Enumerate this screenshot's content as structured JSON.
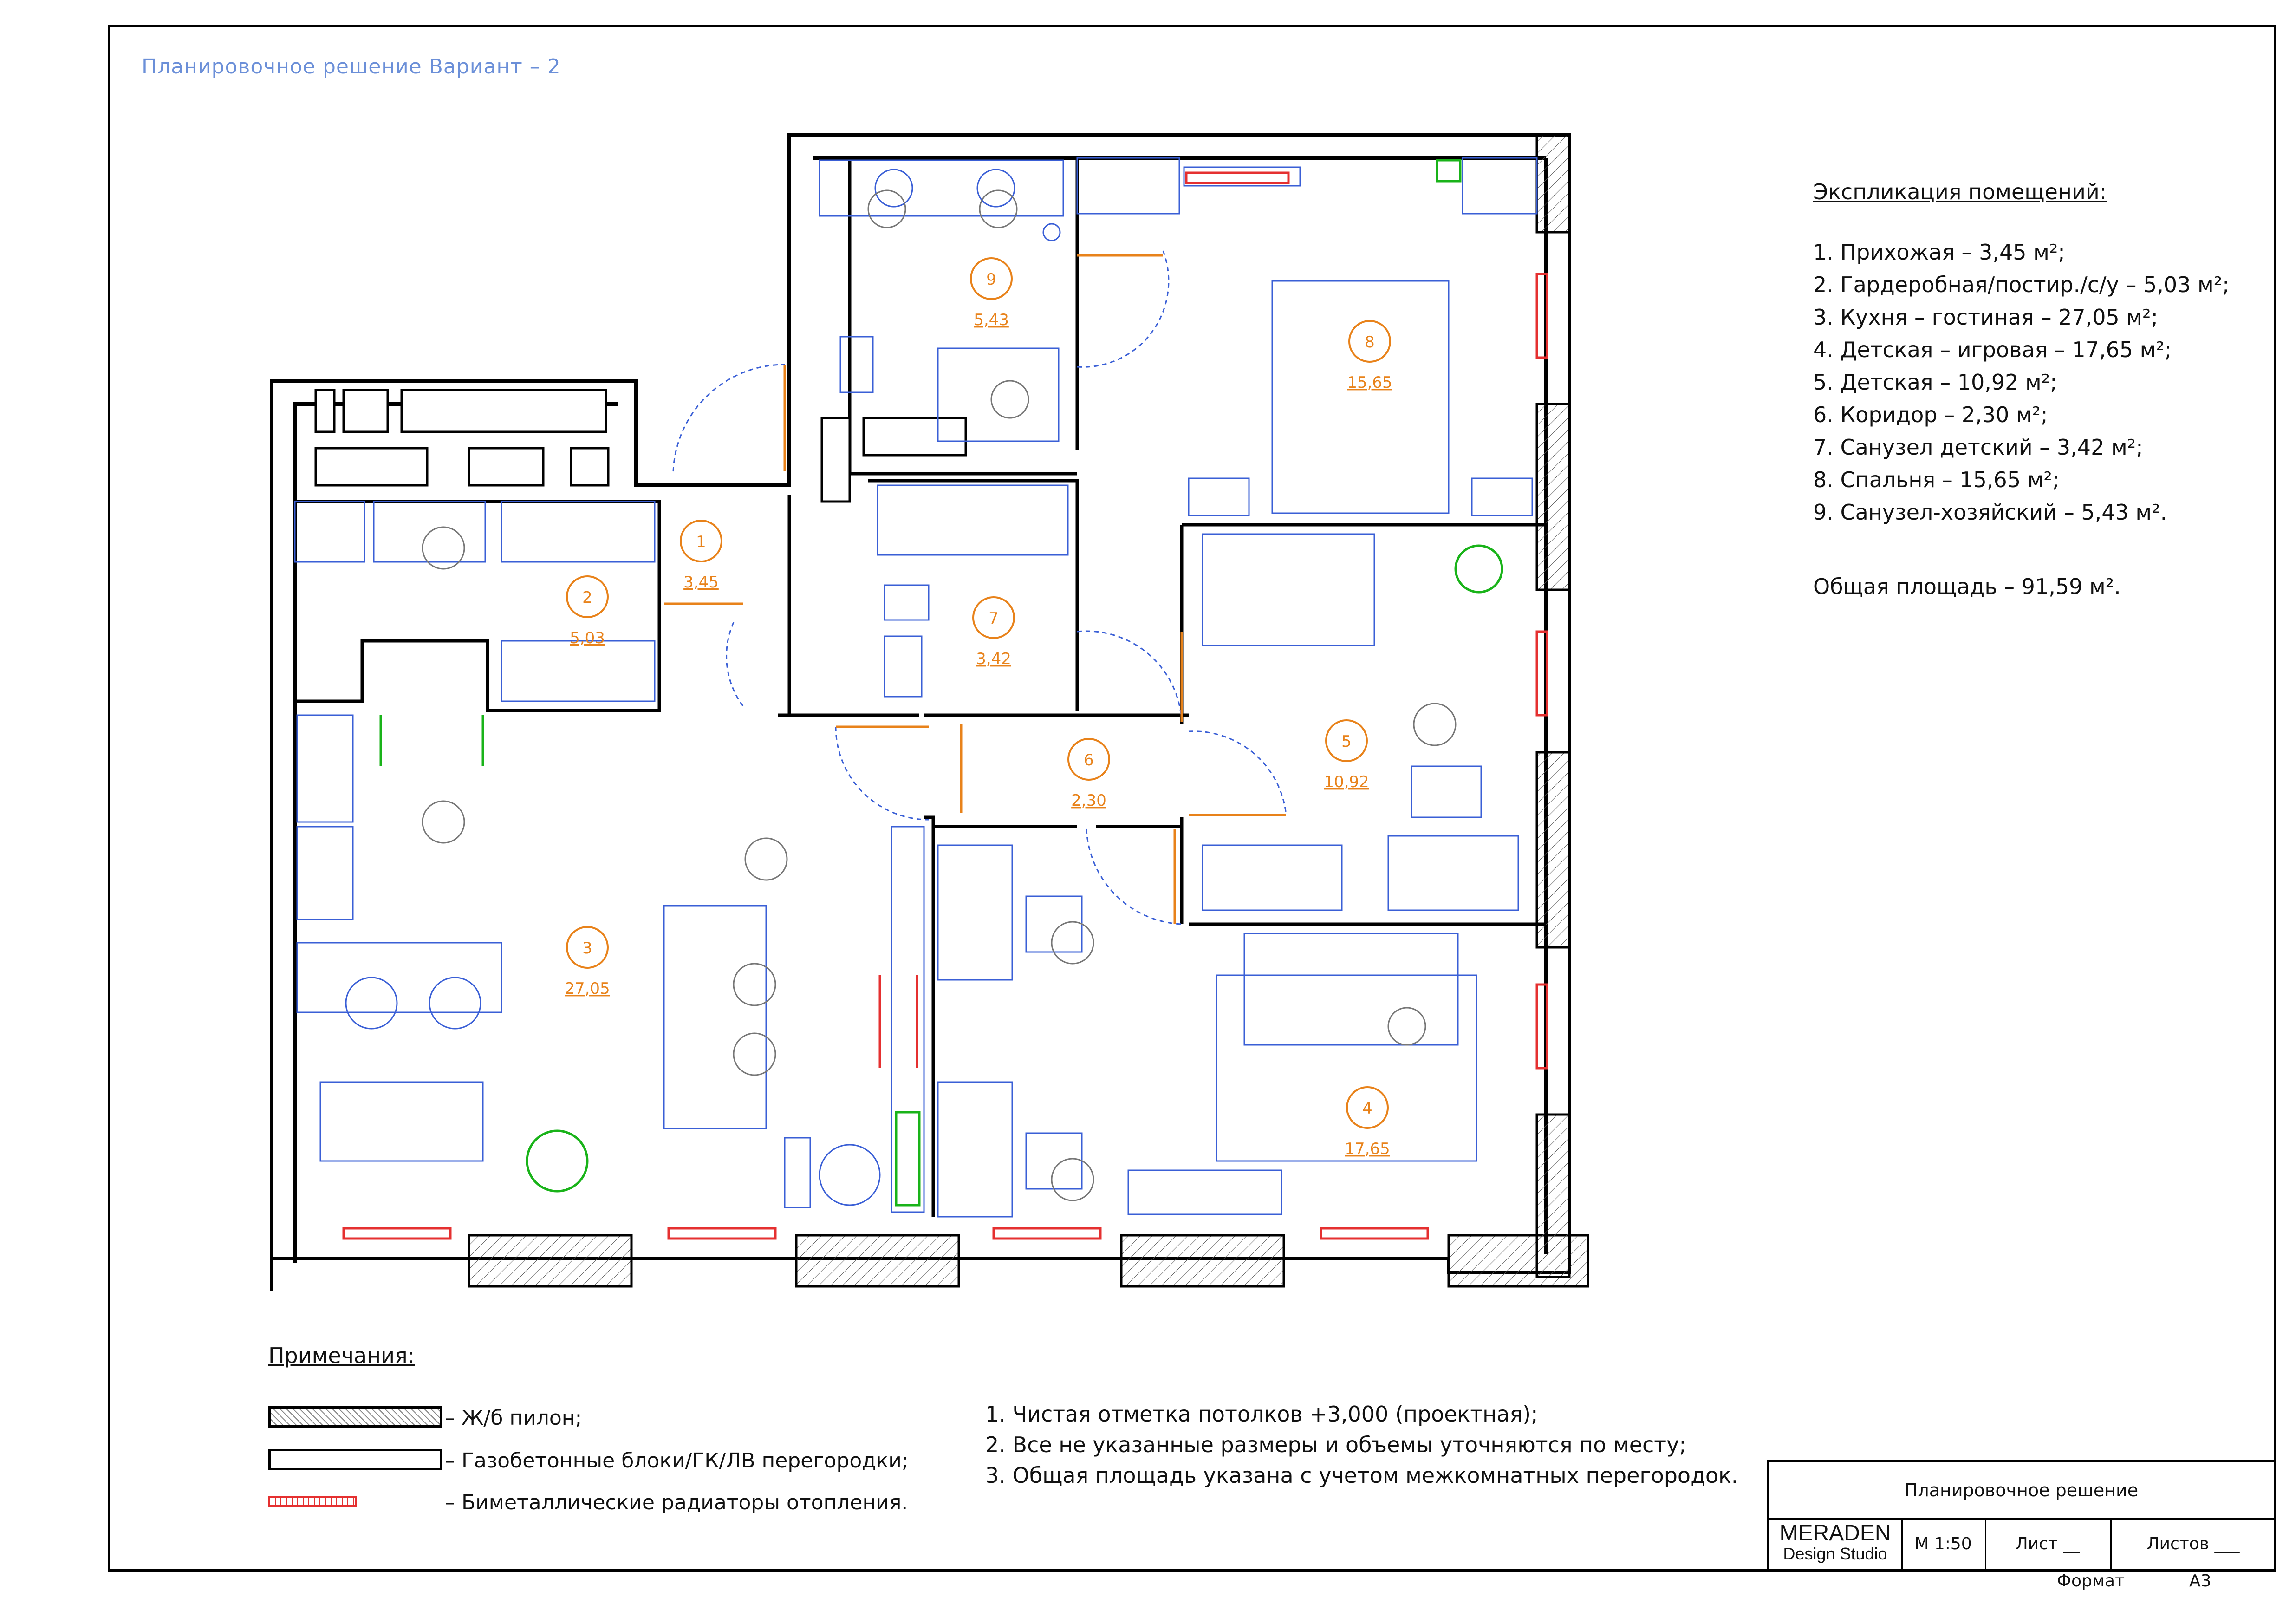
{
  "title": "Планировочное решение Вариант – 2",
  "explication": {
    "header": "Экспликация помещений:",
    "items": [
      "1. Прихожая – 3,45 м²;",
      "2. Гардеробная/постир./с/у – 5,03 м²;",
      "3. Кухня – гостиная  – 27,05 м²;",
      "4. Детская – игровая – 17,65 м²;",
      "5. Детская – 10,92 м²;",
      "6. Коридор – 2,30 м²;",
      "7. Санузел детский – 3,42 м²;",
      "8. Спальня – 15,65 м²;",
      "9. Санузел-хозяйский – 5,43 м²."
    ],
    "total": "Общая площадь – 91,59 м²."
  },
  "rooms": [
    {
      "num": "1",
      "area": "3,45"
    },
    {
      "num": "2",
      "area": "5,03"
    },
    {
      "num": "3",
      "area": "27,05"
    },
    {
      "num": "4",
      "area": "17,65"
    },
    {
      "num": "5",
      "area": "10,92"
    },
    {
      "num": "6",
      "area": "2,30"
    },
    {
      "num": "7",
      "area": "3,42"
    },
    {
      "num": "8",
      "area": "15,65"
    },
    {
      "num": "9",
      "area": "5,43"
    }
  ],
  "notes": {
    "header": "Примечания:",
    "legend": [
      {
        "text": "– Ж/б пилон;",
        "style": "hatch"
      },
      {
        "text": "– Газобетонные блоки/ГК/ЛВ перегородки;",
        "style": "plain"
      },
      {
        "text": "– Биметаллические радиаторы отопления.",
        "style": "radiator"
      }
    ],
    "list": [
      "1. Чистая отметка потолков +3,000 (проектная);",
      "2. Все не указанные размеры и объемы уточняются по месту;",
      "3. Общая площадь указана с учетом межкомнатных перегородок."
    ]
  },
  "title_block": {
    "name": "Планировочное решение",
    "brand_line1": "MERADEN",
    "brand_line2": "Design Studio",
    "scale": "М 1:50",
    "sheet": "Лист __",
    "sheets": "Листов ___",
    "format_label": "Формат",
    "format_value": "А3"
  },
  "colors": {
    "wall": "#000000",
    "furniture": "#3a5fd6",
    "label": "#e8821a",
    "radiator": "#e53030",
    "plant": "#19b319",
    "title": "#6b8fd8"
  }
}
